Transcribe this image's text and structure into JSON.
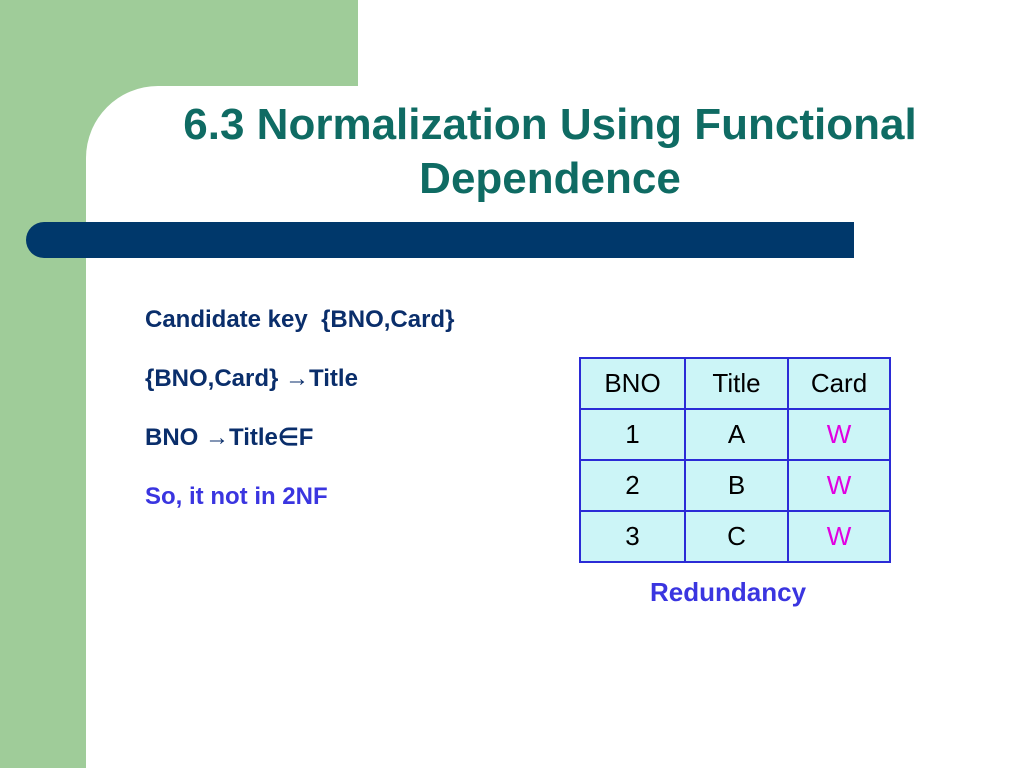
{
  "slide": {
    "title_line1": "6.3  Normalization Using Functional",
    "title_line2": "Dependence"
  },
  "bullets": [
    "Candidate key  {BNO,Card}",
    "{BNO,Card} →Title",
    "BNO →Title∈F",
    "So, it not in 2NF"
  ],
  "table": {
    "headers": [
      "BNO",
      "Title",
      "Card"
    ],
    "rows": [
      [
        "1",
        "A",
        "W"
      ],
      [
        "2",
        "B",
        "W"
      ],
      [
        "3",
        "C",
        "W"
      ]
    ]
  },
  "note": "Redundancy",
  "colors": {
    "title": "#0f6b63",
    "accent_text": "#3a35e0",
    "bar": "#00386b",
    "highlight_value": "#e100e1",
    "table_fill": "#ccf5f7",
    "table_border": "#2b2bd6",
    "side_green": "#9fcc99"
  }
}
